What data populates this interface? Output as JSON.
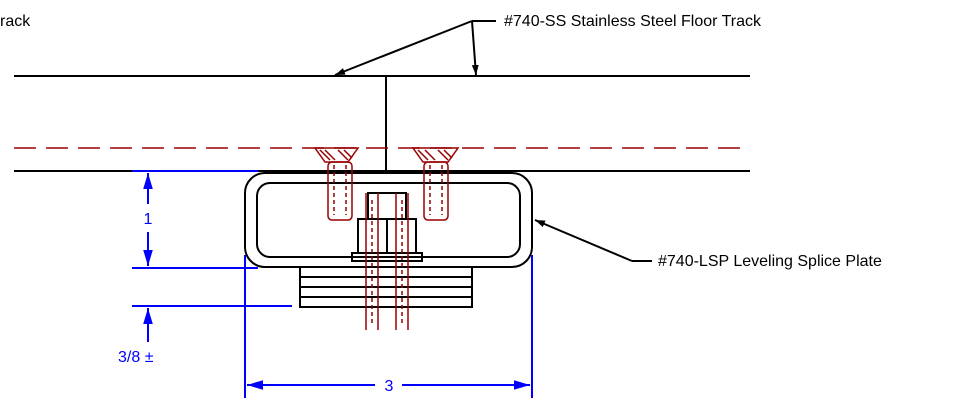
{
  "labels": {
    "cut_off_label": "rack",
    "floor_track": "#740-SS Stainless Steel Floor Track",
    "splice_plate": "#740-LSP Leveling Splice Plate"
  },
  "dimensions": {
    "height_1": "1",
    "height_2": "3/8 ±",
    "width": "3"
  },
  "colors": {
    "outline": "#000000",
    "dimension": "#0000ff",
    "hidden_detail": "#990000"
  }
}
